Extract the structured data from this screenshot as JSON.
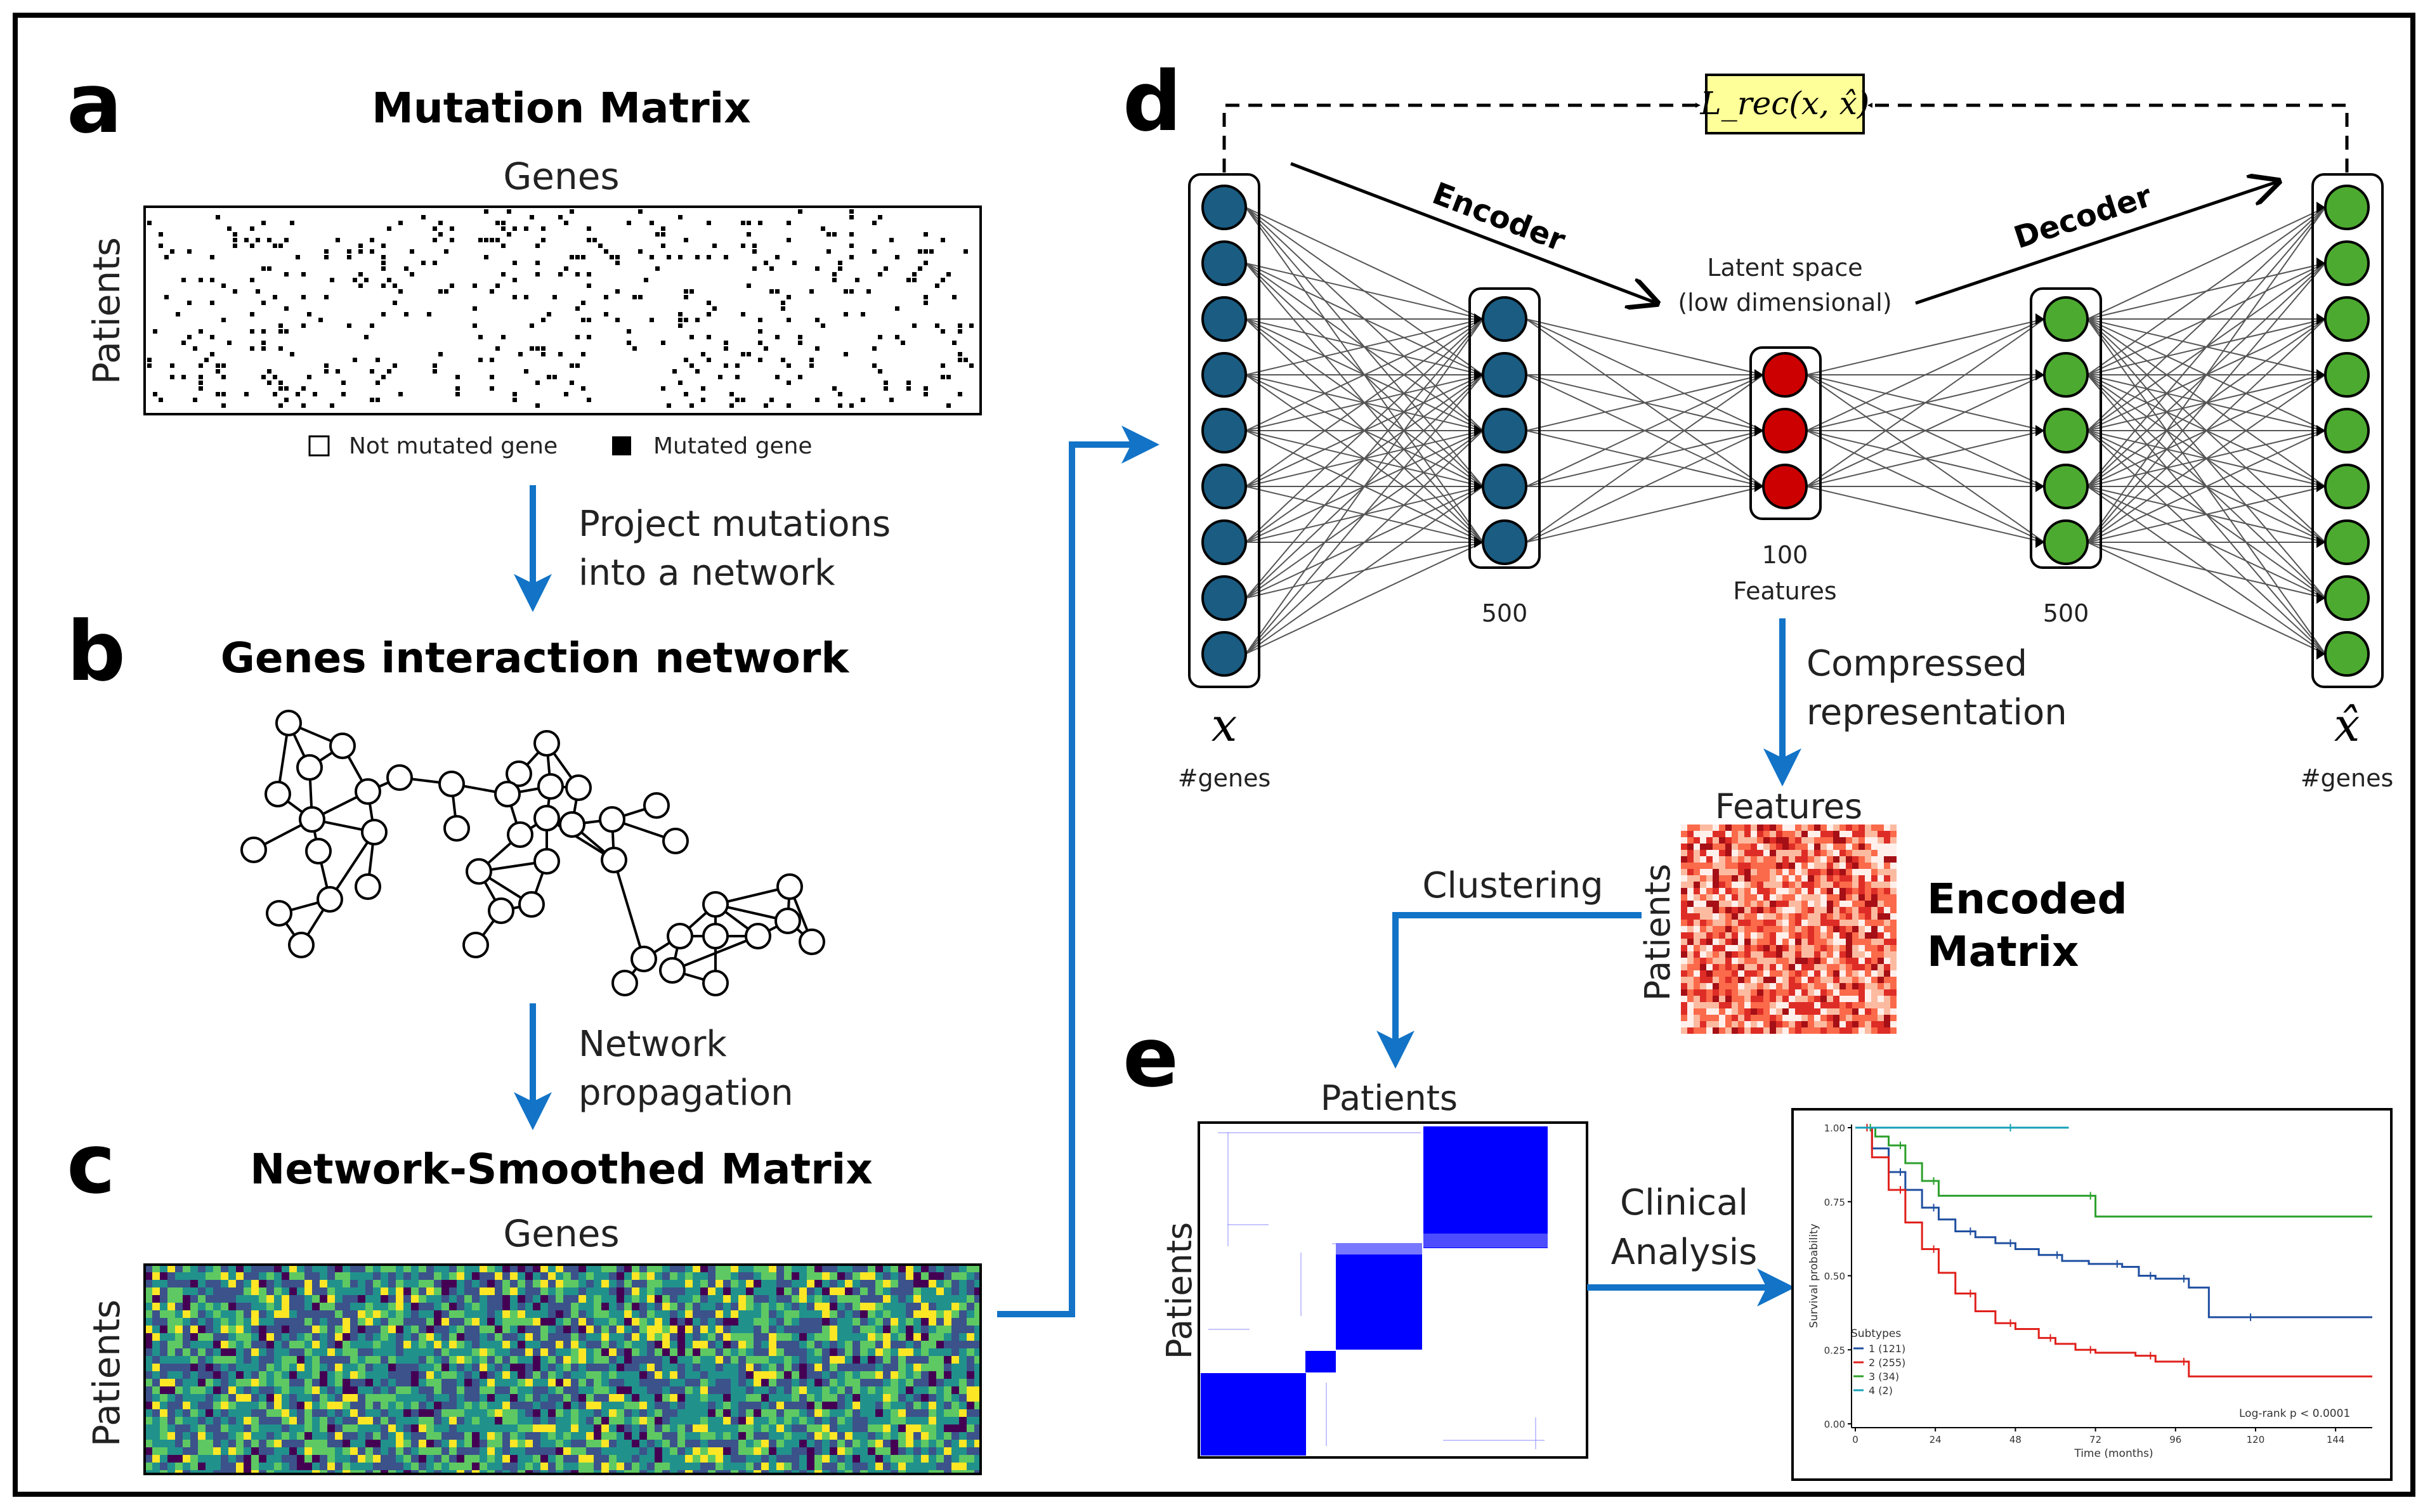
{
  "panels": {
    "a": {
      "letter": "a",
      "title": "Mutation Matrix",
      "x_label": "Genes",
      "y_label": "Patients",
      "legend": {
        "empty": "Not mutated gene",
        "filled": "Mutated gene"
      },
      "colors": {
        "filled": "#000000",
        "empty": "#ffffff"
      }
    },
    "arrow_ab": {
      "text_line1": "Project mutations",
      "text_line2": "into a network"
    },
    "b": {
      "letter": "b",
      "title": "Genes interaction network"
    },
    "arrow_bc": {
      "text_line1": "Network",
      "text_line2": "propagation"
    },
    "c": {
      "letter": "c",
      "title": "Network-Smoothed Matrix",
      "x_label": "Genes",
      "y_label": "Patients",
      "palette": [
        "#440154",
        "#3b528b",
        "#21918c",
        "#5ec962",
        "#fde725"
      ]
    },
    "d": {
      "letter": "d",
      "loss_label": "L_rec(x, x̂)",
      "encoder_label": "Encoder",
      "decoder_label": "Decoder",
      "latent_line1": "Latent space",
      "latent_line2": "(low dimensional)",
      "input_symbol": "x",
      "input_caption": "#genes",
      "output_symbol": "x̂",
      "output_caption": "#genes",
      "hidden_enc_caption": "500",
      "hidden_dec_caption": "500",
      "latent_caption_line1": "100",
      "latent_caption_line2": "Features",
      "layer_node_counts": [
        9,
        5,
        3,
        5,
        9
      ],
      "colors": {
        "encoder": "#1a5c82",
        "latent": "#cc0000",
        "decoder": "#4daa30",
        "loss_box": "#ffff99"
      }
    },
    "compress": {
      "text_line1": "Compressed",
      "text_line2": "representation"
    },
    "encoded": {
      "x_label": "Features",
      "y_label": "Patients",
      "title_line1": "Encoded",
      "title_line2": "Matrix",
      "palette": [
        "#fff0ec",
        "#fcbba1",
        "#fb6a4a",
        "#de2d26",
        "#a50f15"
      ]
    },
    "clustering_label": "Clustering",
    "e": {
      "letter": "e",
      "x_label": "Patients",
      "y_label": "Patients",
      "block_color": "#0000ff",
      "clinical_line1": "Clinical",
      "clinical_line2": "Analysis"
    },
    "survival": {
      "legend_title": "Subtypes",
      "logrank": "Log-rank   p < 0.0001",
      "y_axis_label": "Survival probability",
      "x_axis_label": "Time (months)"
    }
  },
  "chart_data": {
    "type": "line",
    "title": "",
    "xlabel": "Time (months)",
    "ylabel": "Survival probability",
    "xlim": [
      0,
      155
    ],
    "ylim": [
      0,
      1
    ],
    "xticks": [
      0,
      24,
      48,
      72,
      96,
      120,
      144
    ],
    "yticks": [
      "0.00",
      "0.25",
      "0.50",
      "0.75",
      "1.00"
    ],
    "legend_title": "Subtypes",
    "annotation": "Log-rank   p < 0.0001",
    "series": [
      {
        "name": "1 (121)",
        "color": "#1f4fa0",
        "x": [
          0,
          5,
          10,
          15,
          20,
          25,
          30,
          36,
          42,
          48,
          55,
          62,
          70,
          80,
          85,
          90,
          96,
          100,
          106,
          120,
          155
        ],
        "y": [
          1.0,
          0.93,
          0.85,
          0.79,
          0.73,
          0.69,
          0.65,
          0.63,
          0.61,
          0.59,
          0.57,
          0.55,
          0.54,
          0.53,
          0.5,
          0.49,
          0.49,
          0.46,
          0.36,
          0.36,
          0.36
        ]
      },
      {
        "name": "2 (255)",
        "color": "#e0201b",
        "x": [
          0,
          5,
          10,
          15,
          20,
          25,
          30,
          36,
          42,
          48,
          55,
          60,
          66,
          72,
          84,
          90,
          96,
          100,
          155
        ],
        "y": [
          1.0,
          0.9,
          0.79,
          0.68,
          0.59,
          0.51,
          0.44,
          0.38,
          0.34,
          0.32,
          0.29,
          0.27,
          0.25,
          0.24,
          0.23,
          0.21,
          0.21,
          0.16,
          0.16
        ]
      },
      {
        "name": "3 (34)",
        "color": "#2ca02c",
        "x": [
          0,
          6,
          10,
          15,
          20,
          25,
          70,
          72,
          155
        ],
        "y": [
          1.0,
          0.97,
          0.94,
          0.88,
          0.82,
          0.77,
          0.77,
          0.7,
          0.7
        ]
      },
      {
        "name": "4 (2)",
        "color": "#17a2b8",
        "x": [
          0,
          48,
          64
        ],
        "y": [
          1.0,
          1.0,
          1.0
        ]
      }
    ]
  }
}
